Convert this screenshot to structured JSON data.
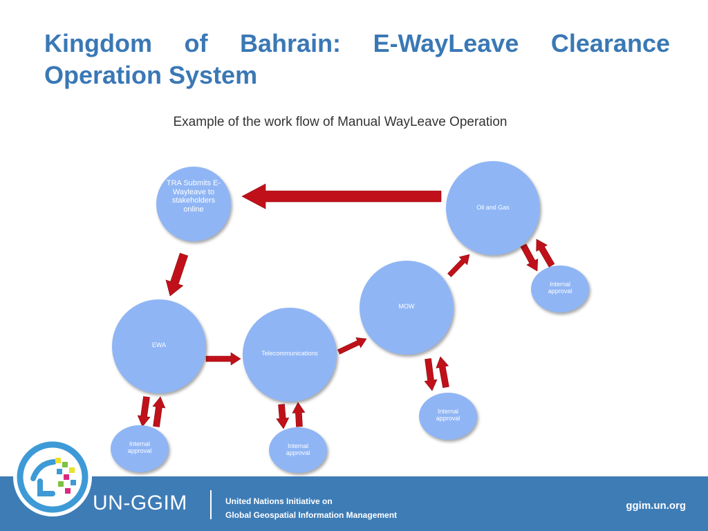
{
  "slide": {
    "title": "Kingdom of Bahrain: E-WayLeave Clearance Operation System",
    "subtitle": "Example of the work flow of Manual WayLeave Operation"
  },
  "colors": {
    "title": "#3a78b5",
    "node_fill": "#8fb5f5",
    "arrow": "#c0111a",
    "footer": "#3e7cb6"
  },
  "nodes": {
    "tra": "TRA Submits E-Wayleave to stakeholders online",
    "oil_gas": "Oil and Gas",
    "mow": "MOW",
    "ewa": "EWA",
    "telecom": "Telecommunications",
    "internal_approval": "Internal approval"
  },
  "footer": {
    "brand": "UN-GGIM",
    "tagline_line1": "United Nations Initiative on",
    "tagline_line2": "Global Geospatial Information Management",
    "site": "ggim.un.org"
  }
}
